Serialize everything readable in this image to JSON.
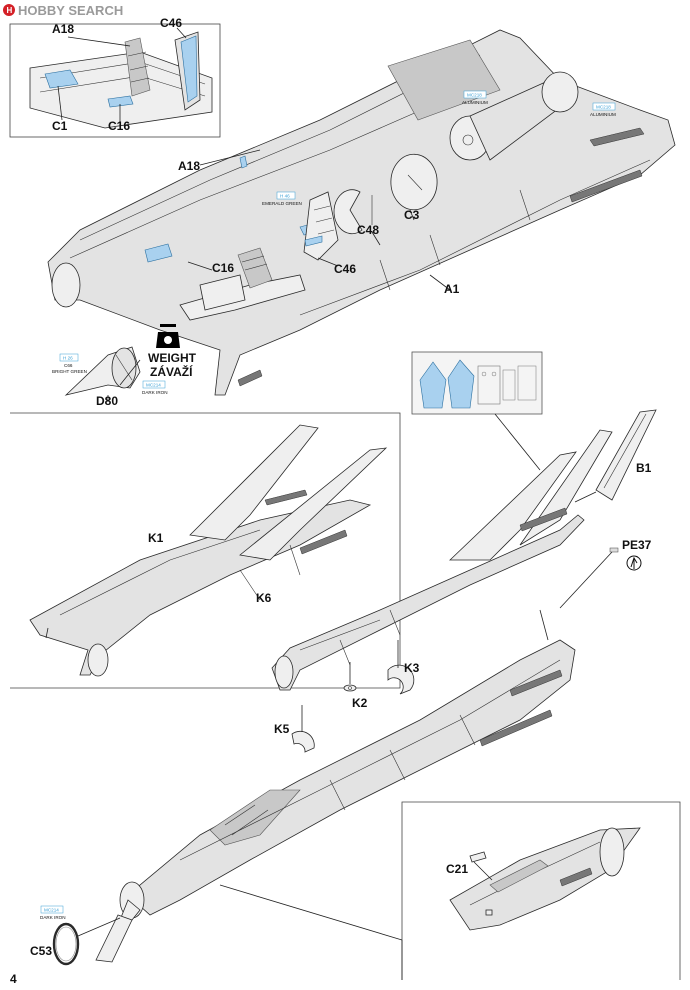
{
  "header": {
    "brand": "HOBBY SEARCH"
  },
  "page_number": "4",
  "callouts": {
    "a18_top": "A18",
    "c46_top": "C46",
    "c1": "C1",
    "c16_top": "C16",
    "a18_main": "A18",
    "c16_main": "C16",
    "c46_main": "C46",
    "c48": "C48",
    "c3": "C3",
    "a1": "A1",
    "d80": "D80",
    "k1": "K1",
    "k6": "K6",
    "b1": "B1",
    "pe37": "PE37",
    "k2": "K2",
    "k3": "K3",
    "k5": "K5",
    "c21": "C21",
    "c53": "C53"
  },
  "weight": {
    "line1": "WEIGHT",
    "line2": "ZÁVAŽÍ"
  },
  "color_codes": {
    "aluminium_a_code": "MC218",
    "aluminium_a_name": "ALUMINIUM",
    "aluminium_b_code": "MC218",
    "aluminium_b_name": "ALUMINIUM",
    "emerald_code": "H 46",
    "emerald_name": "EMERALD GREEN",
    "bright_green_code": "H 26",
    "bright_green_code2": "C66",
    "bright_green_name": "BRIGHT GREEN",
    "dark_iron_a_code": "MC214",
    "dark_iron_a_name": "DARK IRON",
    "dark_iron_b_code": "MC214",
    "dark_iron_b_name": "DARK IRON"
  },
  "colors": {
    "callout_blue": "#3aa0d6",
    "mask_blue": "#a9d1ef",
    "part_grey": "#e3e3e3"
  }
}
